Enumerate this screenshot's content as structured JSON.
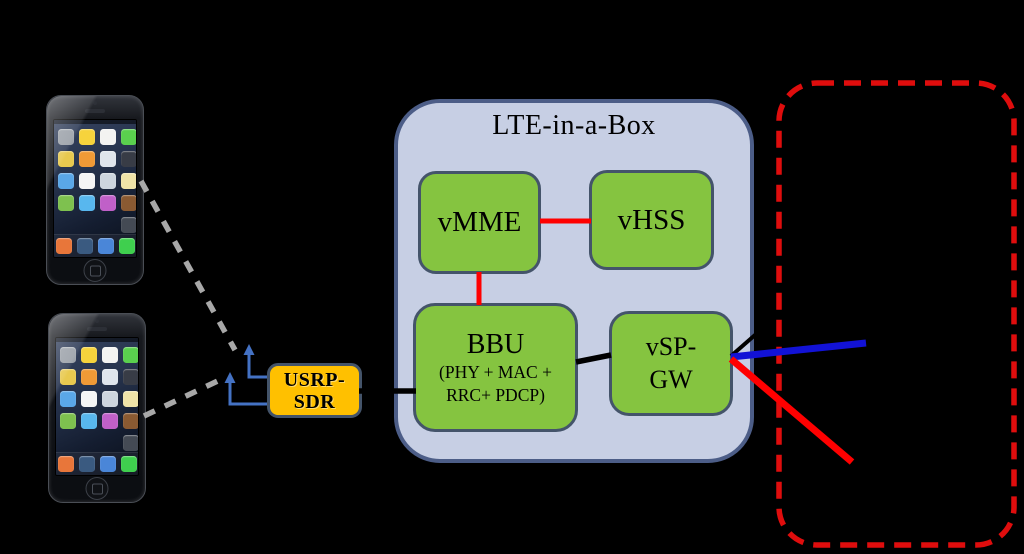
{
  "lte_box": {
    "title": "LTE-in-a-Box",
    "nodes": {
      "vmme": {
        "label": "vMME"
      },
      "vhss": {
        "label": "vHSS"
      },
      "bbu": {
        "label": "BBU",
        "sublabel_line1": "(PHY + MAC +",
        "sublabel_line2": "RRC+ PDCP)"
      },
      "vspgw": {
        "label_line1": "vSP-",
        "label_line2": "GW"
      }
    }
  },
  "usrp": {
    "label_line1": "USRP-",
    "label_line2": "SDR"
  },
  "phone": {
    "app_tiles": [
      "#9aa0a8",
      "#f6d33c",
      "#f3f3f1",
      "#5ad04e",
      "#e8c94f",
      "#f09a36",
      "#dfe5ec",
      "#383c46",
      "#5aa7e8",
      "#f5f5f5",
      "#cdd5de",
      "#efe3a8",
      "#7ec14f",
      "#58b7ee",
      "#c060c8",
      "#8a5a32",
      null,
      null,
      null,
      "#444a54"
    ],
    "dock_tiles": [
      "#e8763a",
      "#3a5a80",
      "#4a86d8",
      "#3fcf4e"
    ]
  },
  "colors": {
    "background": "#000000",
    "green_node": "#85c440",
    "node_border": "#44546a",
    "container_fill": "#c7cfe4",
    "container_border": "#4c5d87",
    "usrp_fill": "#ffc000",
    "red_line": "#ff0000",
    "dashed_red": "#df0d0d",
    "blue_line": "#1212d6",
    "arrow_blue": "#4472c4",
    "dash_gray": "#a8a8a8",
    "black_line": "#000000",
    "text_color": "#000000"
  }
}
